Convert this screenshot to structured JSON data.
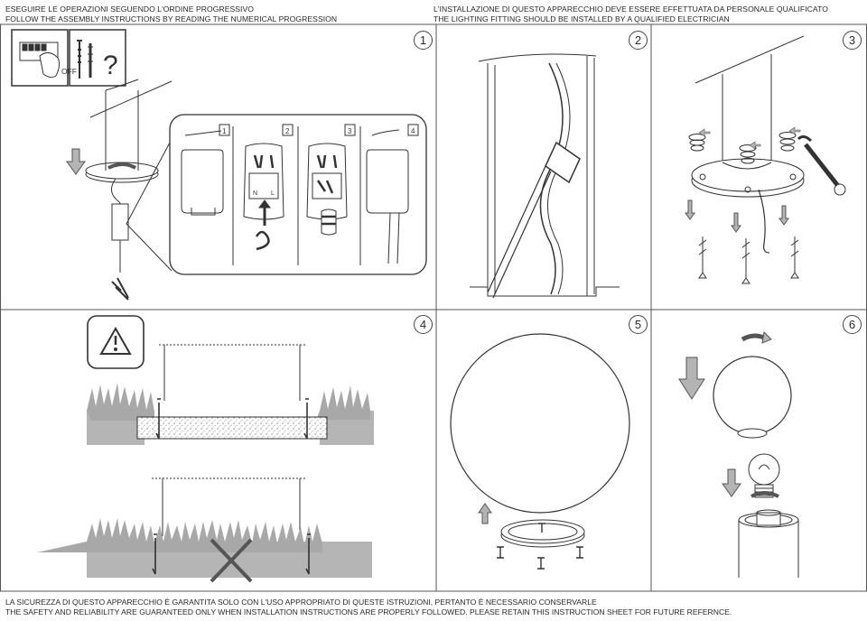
{
  "header": {
    "left_line1": "ESEGUIRE LE OPERAZIONI SEGUENDO L'ORDINE PROGRESSIVO",
    "left_line2": "FOLLOW THE ASSEMBLY INSTRUCTIONS BY READING THE NUMERICAL PROGRESSION",
    "right_line1": "L'INSTALLAZIONE DI QUESTO APPARECCHIO DEVE ESSERE EFFETTUATA DA PERSONALE QUALIFICATO",
    "right_line2": "THE LIGHTING FITTING SHOULD BE INSTALLED BY A QUALIFIED ELECTRICIAN"
  },
  "steps": {
    "s1": "1",
    "s2": "2",
    "s3": "3",
    "s4": "4",
    "s5": "5",
    "s6": "6"
  },
  "step1": {
    "switch_label": "OFF",
    "question_mark": "?",
    "detail_steps": [
      "1",
      "2",
      "3",
      "4"
    ],
    "terminal_n": "N",
    "terminal_l": "L"
  },
  "footer": {
    "line1": "LA SICUREZZA DI QUESTO APPARECCHIO È GARANTITA SOLO CON L'USO APPROPRIATO DI QUESTE ISTRUZIONI, PERTANTO È NECESSARIO CONSERVARLE",
    "line2": "THE SAFETY AND RELIABILITY ARE GUARANTEED ONLY WHEN INSTALLATION INSTRUCTIONS ARE PROPERLY FOLLOWED. PLEASE RETAIN THIS INSTRUCTION SHEET FOR FUTURE REFERNCE."
  },
  "colors": {
    "line": "#333333",
    "grass": "#a8a8a8",
    "arrow": "#b4b4b4"
  }
}
